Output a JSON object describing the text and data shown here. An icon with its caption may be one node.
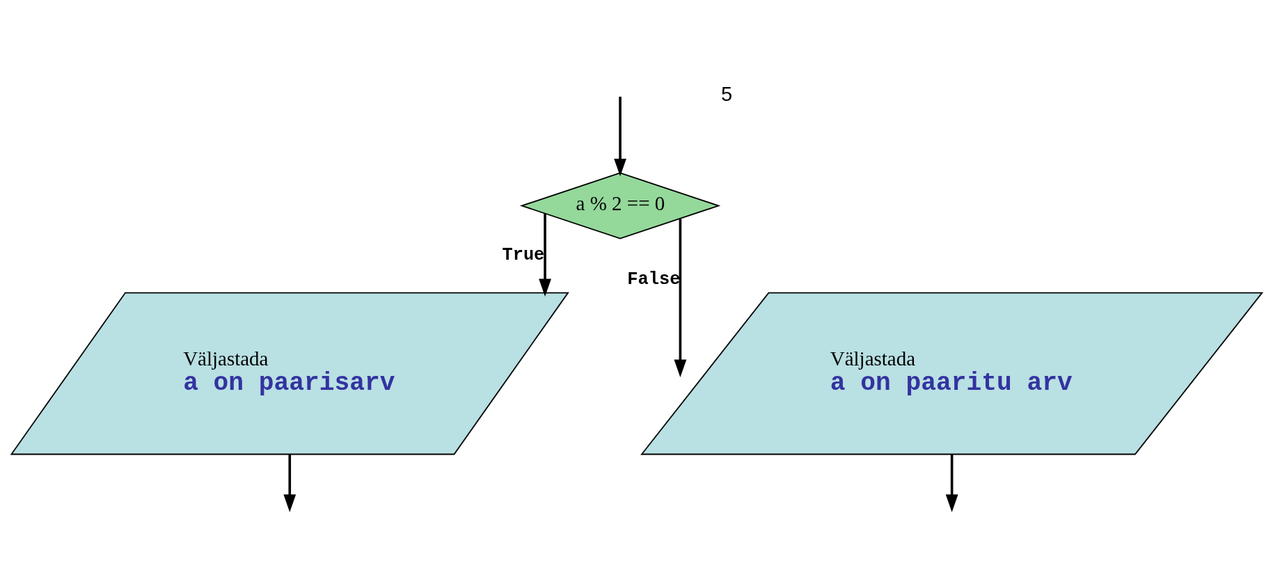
{
  "diagram": {
    "nodes": [
      {
        "text": [
          "a % 2 == 0"
        ]
      },
      {
        "text": [
          "Väljastada",
          "a on paarisarv"
        ]
      },
      {
        "text": [
          "Väljastada",
          "a on paaritu arv"
        ]
      }
    ],
    "edges": [
      {
        "from": null,
        "to": 0,
        "arrow": "to"
      },
      {
        "from": 0,
        "to": 1,
        "label": "True",
        "arrow": "to"
      },
      {
        "from": 0,
        "to": 2,
        "label": "False",
        "arrow": "to"
      },
      {
        "from": 1,
        "to": null,
        "arrow": "to"
      },
      {
        "from": 2,
        "to": null,
        "arrow": "to"
      }
    ],
    "labels": [
      "5"
    ]
  }
}
